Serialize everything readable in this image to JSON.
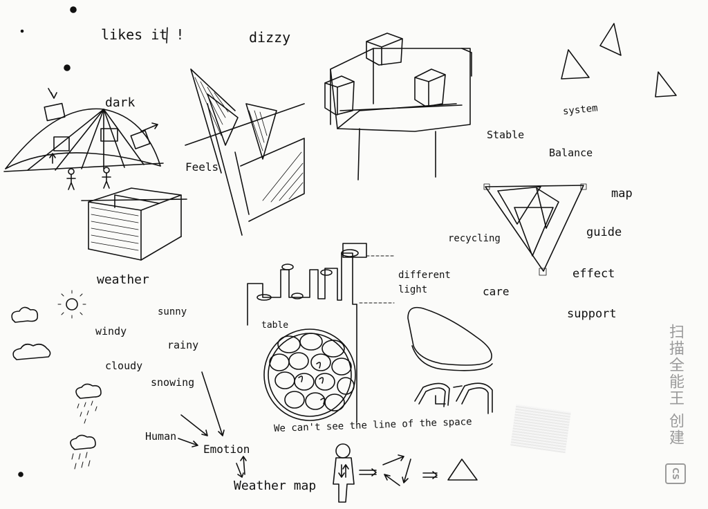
{
  "labels": {
    "likes_it": "likes it !",
    "dizzy": "dizzy",
    "dark": "dark",
    "feels": "Feels",
    "weather": "weather",
    "stable": "Stable",
    "system": "system",
    "balance": "Balance",
    "map": "map",
    "recycling": "recycling",
    "guide": "guide",
    "effect": "effect",
    "care": "care",
    "support": "support",
    "different_light": "different light",
    "table": "table",
    "sunny": "sunny",
    "windy": "windy",
    "rainy": "rainy",
    "cloudy": "cloudy",
    "snowing": "snowing",
    "human": "Human",
    "emotion": "Emotion",
    "weather_map": "Weather map",
    "space_line": "We can't see the line of the space"
  },
  "watermark": {
    "text": "扫描全能王 创建",
    "badge": "CS"
  },
  "colors": {
    "ink": "#111111",
    "paper": "#fbfbf9",
    "watermark": "#9a9a9a"
  }
}
